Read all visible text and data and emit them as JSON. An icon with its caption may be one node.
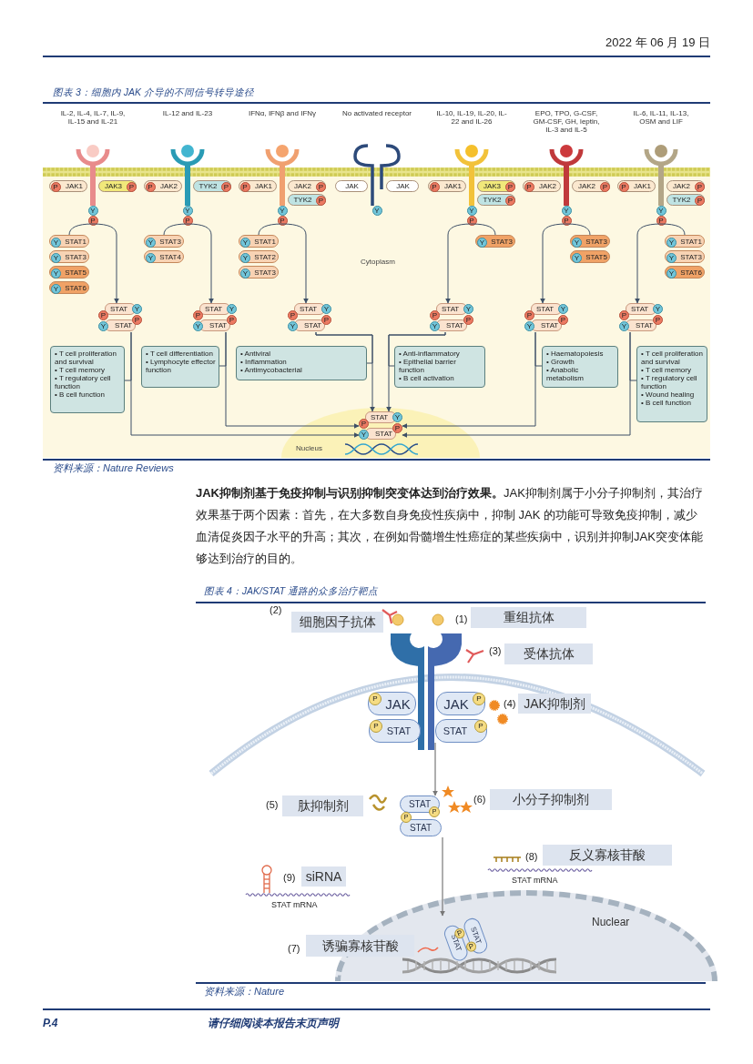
{
  "diagram": {
    "nodes": [
      {
        "text": [
          "IL-2, IL-4, IL-7, IL-9, IL-15 and IL-21",
          "Y",
          "P"
        ]
      },
      {
        "text": [
          "P",
          "JAK1"
        ]
      },
      {
        "text": [
          "JAK3",
          "P"
        ]
      },
      {
        "text": [
          "IL-12 and IL-23",
          "Y",
          "P"
        ]
      },
      {
        "text": [
          "P",
          "JAK2"
        ]
      },
      {
        "text": [
          "TYK2",
          "P"
        ]
      },
      {
        "text": [
          "IFNα, IFNβ and IFNγ",
          "Y",
          "P"
        ]
      },
      {
        "text": [
          "P",
          "JAK1"
        ]
      },
      {
        "text": [
          "JAK2",
          "P"
        ]
      },
      {
        "text": [
          "TYK2",
          "P"
        ]
      },
      {
        "text": [
          "No activated receptor",
          "Y"
        ]
      },
      {
        "text": [
          "JAK"
        ]
      },
      {
        "text": [
          "JAK"
        ]
      },
      {
        "text": [
          "IL-10, IL-19, IL-20, IL-22 and IL-26",
          "Y",
          "P"
        ]
      },
      {
        "text": [
          "P",
          "JAK1"
        ]
      },
      {
        "text": [
          "JAK3",
          "P"
        ]
      },
      {
        "text": [
          "TYK2",
          "P"
        ]
      },
      {
        "text": [
          "EPO, TPO, G-CSF, GM-CSF, GH, leptin, IL-3 and IL-5",
          "Y",
          "P"
        ]
      },
      {
        "text": [
          "P",
          "JAK2"
        ]
      },
      {
        "text": [
          "JAK2",
          "P"
        ]
      },
      {
        "text": [
          "IL-6, IL-11, IL-13, OSM and LIF",
          "Y",
          "P"
        ]
      },
      {
        "text": [
          "P",
          "JAK1"
        ]
      },
      {
        "text": [
          "JAK2",
          "P"
        ]
      },
      {
        "text": [
          "TYK2",
          "P"
        ]
      },
      {
        "text": [
          "Y",
          "STAT1"
        ]
      },
      {
        "text": [
          "Y",
          "STAT3"
        ]
      },
      {
        "text": [
          "Y",
          "STAT5"
        ]
      },
      {
        "text": [
          "Y",
          "STAT6"
        ]
      },
      {
        "text": [
          "Y",
          "STAT3"
        ]
      },
      {
        "text": [
          "Y",
          "STAT4"
        ]
      },
      {
        "text": [
          "Y",
          "STAT1"
        ]
      },
      {
        "text": [
          "Y",
          "STAT2"
        ]
      },
      {
        "text": [
          "Y",
          "STAT3"
        ]
      },
      {
        "text": [
          "Y",
          "STAT3"
        ]
      },
      {
        "text": [
          "Y",
          "STAT3"
        ]
      },
      {
        "text": [
          "Y",
          "STAT5"
        ]
      },
      {
        "text": [
          "Y",
          "STAT1"
        ]
      },
      {
        "text": [
          "Y",
          "STAT3"
        ]
      },
      {
        "text": [
          "Y",
          "STAT6"
        ]
      },
      {
        "text": [
          "STAT",
          "Y",
          "P",
          "P",
          "Y",
          "STAT"
        ]
      },
      {
        "text": [
          "STAT",
          "Y",
          "P",
          "P",
          "Y",
          "STAT"
        ]
      },
      {
        "text": [
          "STAT",
          "Y",
          "P",
          "P",
          "Y",
          "STAT"
        ]
      },
      {
        "text": [
          "STAT",
          "Y",
          "P",
          "P",
          "Y",
          "STAT"
        ]
      },
      {
        "text": [
          "STAT",
          "Y",
          "P",
          "P",
          "Y",
          "STAT"
        ]
      },
      {
        "text": [
          "STAT",
          "Y",
          "P",
          "P",
          "Y",
          "STAT"
        ]
      },
      {
        "text": [
          "• T cell proliferation and survival",
          "• T cell memory",
          "• T regulatory cell function",
          "• B cell function"
        ]
      },
      {
        "text": [
          "• T cell differentiation",
          "• Lymphocyte effector function"
        ]
      },
      {
        "text": [
          "• Antiviral",
          "• Inflammation",
          "• Antimycobacterial"
        ]
      },
      {
        "text": [
          "• Anti-inflammatory",
          "• Epithelial barrier function",
          "• B cell activation"
        ]
      },
      {
        "text": [
          "• Haematopoiesis",
          "• Growth",
          "• Anabolic metabolism"
        ]
      },
      {
        "text": [
          "• T cell proliferation and survival",
          "• T cell memory",
          "• T regulatory cell function",
          "• Wound healing",
          "• B cell function"
        ]
      },
      {
        "text": [
          "Nucleus"
        ]
      },
      {
        "text": [
          "STAT",
          "Y",
          "P",
          "P",
          "Y",
          "STAT"
        ],
        "in": 51
      },
      {
        "text": [
          "P",
          "JAK"
        ]
      },
      {
        "text": [
          "JAK",
          "P"
        ]
      },
      {
        "text": [
          "P",
          "STAT"
        ]
      },
      {
        "text": [
          "STAT",
          "P"
        ]
      },
      {
        "text": [
          "细胞因子抗体"
        ],
        "beside": [
          "(2)"
        ]
      },
      {
        "text": [
          "重组抗体"
        ],
        "beside": [
          "(1)"
        ]
      },
      {
        "text": [
          "受体抗体"
        ],
        "beside": [
          "(3)"
        ]
      },
      {
        "text": [
          "JAK抑制剂"
        ],
        "beside": [
          "(4)"
        ]
      },
      {
        "text": [
          "肽抑制剂"
        ],
        "beside": [
          "(5)"
        ]
      },
      {
        "text": [
          "STAT",
          "P",
          "P",
          "STAT"
        ]
      },
      {
        "text": [
          "小分子抑制剂"
        ],
        "beside": [
          "(6)"
        ]
      },
      {
        "text": [
          "反义寡核苷酸"
        ],
        "beside": [
          "(8)"
        ]
      },
      {
        "text": [
          "siRNA"
        ],
        "beside": [
          "(9)"
        ]
      },
      {
        "text": [
          "Nuclear"
        ]
      },
      {
        "text": [
          "诱骗寡核苷酸"
        ],
        "beside": [
          "(7)"
        ]
      },
      {
        "text": [
          "STAT",
          "P",
          "P",
          "STAT"
        ],
        "in": 66
      }
    ],
    "edges": [
      {
        "from": 0,
        "to": 39,
        "arrow": "to"
      },
      {
        "from": 3,
        "to": 40,
        "arrow": "to"
      },
      {
        "from": 6,
        "to": 41,
        "arrow": "to"
      },
      {
        "from": 13,
        "to": 42,
        "arrow": "to"
      },
      {
        "from": 17,
        "to": 43,
        "arrow": "to"
      },
      {
        "from": 20,
        "to": 44,
        "arrow": "to"
      },
      {
        "from": 39,
        "to": 45,
        "arrow": "none"
      },
      {
        "from": 40,
        "to": 46,
        "arrow": "none"
      },
      {
        "from": 41,
        "to": 47,
        "arrow": "none"
      },
      {
        "from": 42,
        "to": 48,
        "arrow": "none"
      },
      {
        "from": 43,
        "to": 49,
        "arrow": "none"
      },
      {
        "from": 44,
        "to": 50,
        "arrow": "none"
      },
      {
        "from": 39,
        "to": 52,
        "arrow": "to"
      },
      {
        "from": 40,
        "to": 52,
        "arrow": "to"
      },
      {
        "from": 41,
        "to": 52,
        "arrow": "to"
      },
      {
        "from": 42,
        "to": 52,
        "arrow": "to"
      },
      {
        "from": 43,
        "to": 52,
        "arrow": "to"
      },
      {
        "from": 44,
        "to": 52,
        "arrow": "to"
      },
      {
        "from": 56,
        "to": 62,
        "arrow": "to",
        "color": "#777777"
      },
      {
        "from": 62,
        "to": 68,
        "arrow": "to",
        "color": "#777777"
      },
      {
        "from": 0,
        "to": 24,
        "arrow": "none"
      },
      {
        "from": 3,
        "to": 28,
        "arrow": "none"
      },
      {
        "from": 6,
        "to": 30,
        "arrow": "none"
      },
      {
        "from": 13,
        "to": 33,
        "arrow": "none"
      },
      {
        "from": 17,
        "to": 34,
        "arrow": "none"
      },
      {
        "from": 20,
        "to": 36,
        "arrow": "none"
      }
    ],
    "labels": [
      "2022 年 06 月 19 日",
      "图表 3：细胞内 JAK 介导的不同信号转导途径",
      "Cytoplasm",
      "资料来源：Nature Reviews",
      "**JAK抑制剂基于免疫抑制与识别抑制突变体达到治疗效果。**JAK抑制剂属于小分子抑制剂，其治疗效果基于两个因素：首先，在大多数自身免疫性疾病中，抑制 JAK 的功能可导致免疫抑制，减少血清促炎因子水平的升高；其次，在例如骨髓增生性癌症的某些疾病中，识别并抑制JAK突变体能够达到治疗的目的。",
      "图表 4：JAK/STAT 通路的众多治疗靶点",
      "STAT mRNA",
      "STAT mRNA",
      "资料来源：Nature",
      "P.4",
      "请仔细阅读本报告末页声明"
    ]
  }
}
